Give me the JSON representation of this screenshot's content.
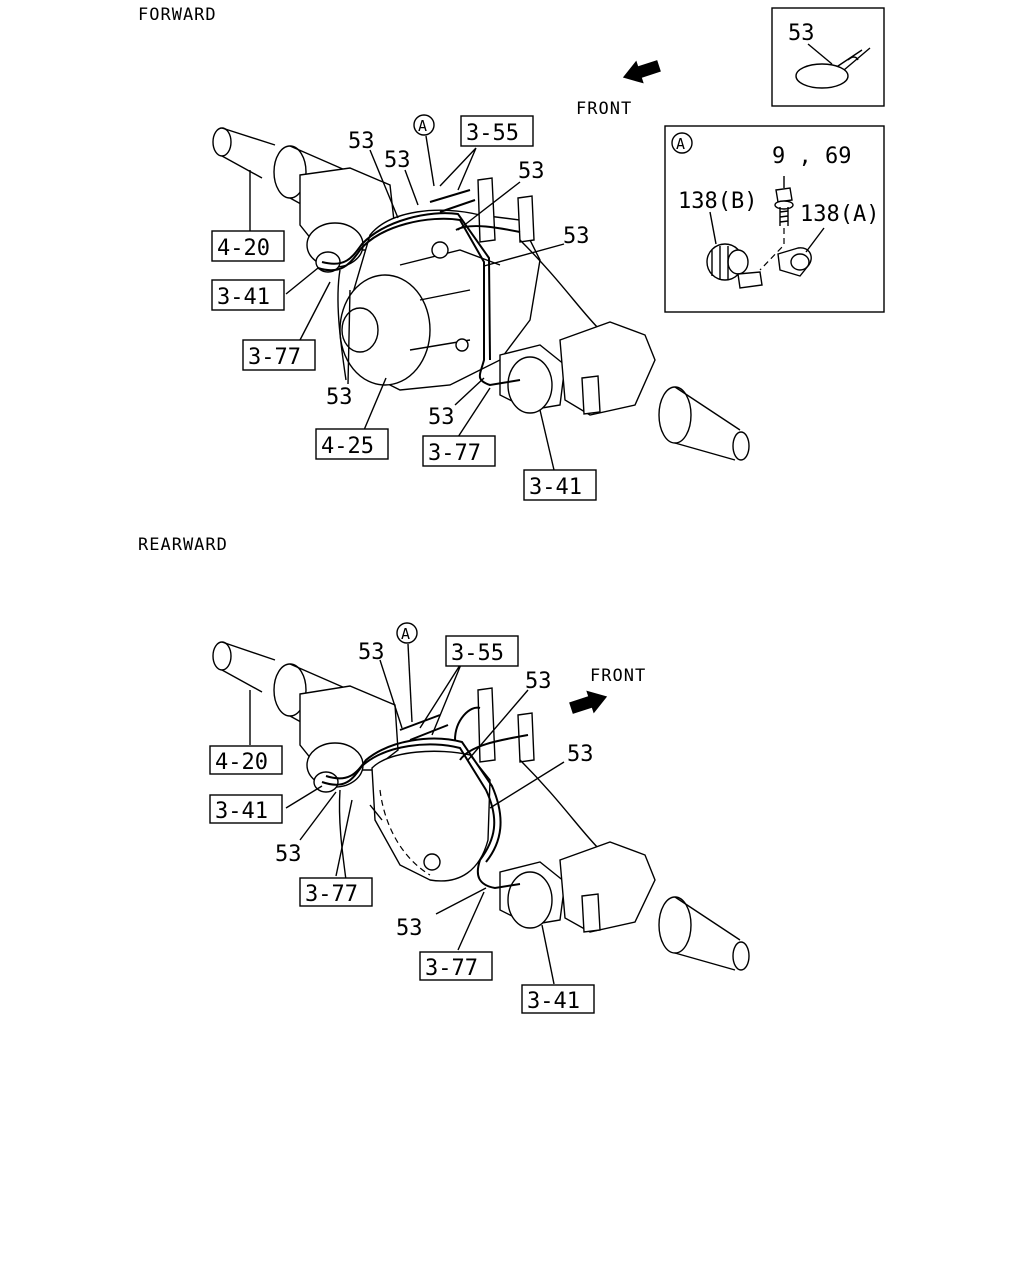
{
  "sections": {
    "forward": {
      "title": "FORWARD",
      "front": "FRONT",
      "callouts": {
        "c53_a": "53",
        "c53_b": "53",
        "c53_c": "53",
        "c53_d": "53",
        "c53_e": "53",
        "c53_f": "53",
        "marker_a": "A",
        "ref_355": "3-55",
        "ref_420": "4-20",
        "ref_341_left": "3-41",
        "ref_377_left": "3-77",
        "ref_425": "4-25",
        "ref_377_bottom": "3-77",
        "ref_341_right": "3-41"
      }
    },
    "rearward": {
      "title": "REARWARD",
      "front": "FRONT",
      "callouts": {
        "c53_a": "53",
        "c53_b": "53",
        "c53_c": "53",
        "c53_d": "53",
        "c53_e": "53",
        "marker_a": "A",
        "ref_355": "3-55",
        "ref_420": "4-20",
        "ref_341_left": "3-41",
        "ref_377_left": "3-77",
        "ref_377_bottom": "3-77",
        "ref_341_right": "3-41"
      }
    }
  },
  "insets": {
    "clamp": {
      "label": "53"
    },
    "detail_a": {
      "marker": "A",
      "bolt": "9 , 69",
      "part_b": "138(B)",
      "part_a": "138(A)"
    }
  }
}
